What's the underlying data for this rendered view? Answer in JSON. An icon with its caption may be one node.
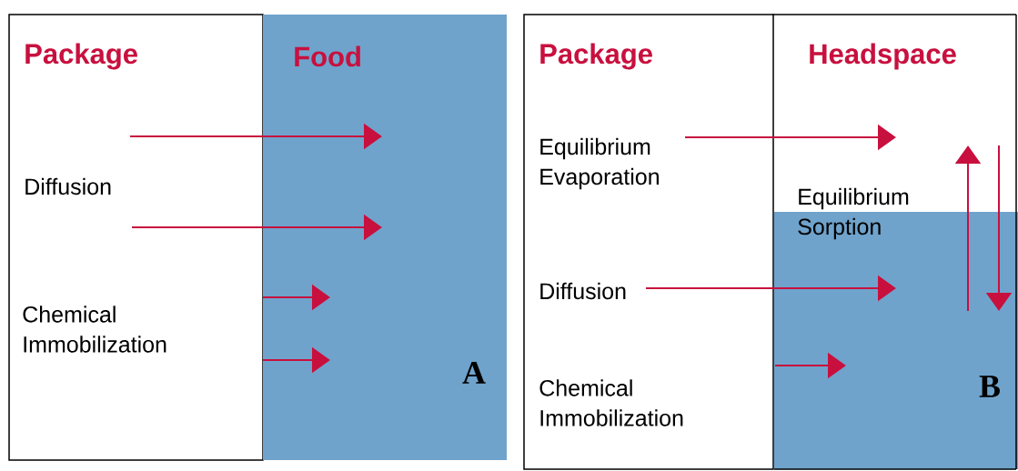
{
  "diagram": {
    "nodes": [
      {
        "text": [
          "Package",
          "Diffusion",
          "Chemical Immobilization"
        ]
      },
      {
        "text": [
          "Food"
        ]
      },
      {
        "text": [
          "Package",
          "Equilibrium Evaporation",
          "Diffusion",
          "Chemical Immobilization"
        ]
      },
      {
        "text": [
          "Headspace"
        ]
      },
      {
        "text": [],
        "shape": "box"
      }
    ],
    "edges": [
      {
        "from": 0,
        "to": 1,
        "arrow": "to"
      },
      {
        "from": 0,
        "to": 1,
        "arrow": "to"
      },
      {
        "from": 0,
        "to": 1,
        "arrow": "to"
      },
      {
        "from": 0,
        "to": 1,
        "arrow": "to"
      },
      {
        "from": 2,
        "to": 3,
        "arrow": "to"
      },
      {
        "from": 2,
        "to": 4,
        "arrow": "to"
      },
      {
        "from": 2,
        "to": 4,
        "arrow": "to"
      },
      {
        "from": 4,
        "to": 3,
        "arrow": "to"
      },
      {
        "from": 3,
        "to": 4,
        "arrow": "to"
      }
    ],
    "labels": [
      "A",
      "Equilibrium Sorption",
      "B"
    ]
  }
}
